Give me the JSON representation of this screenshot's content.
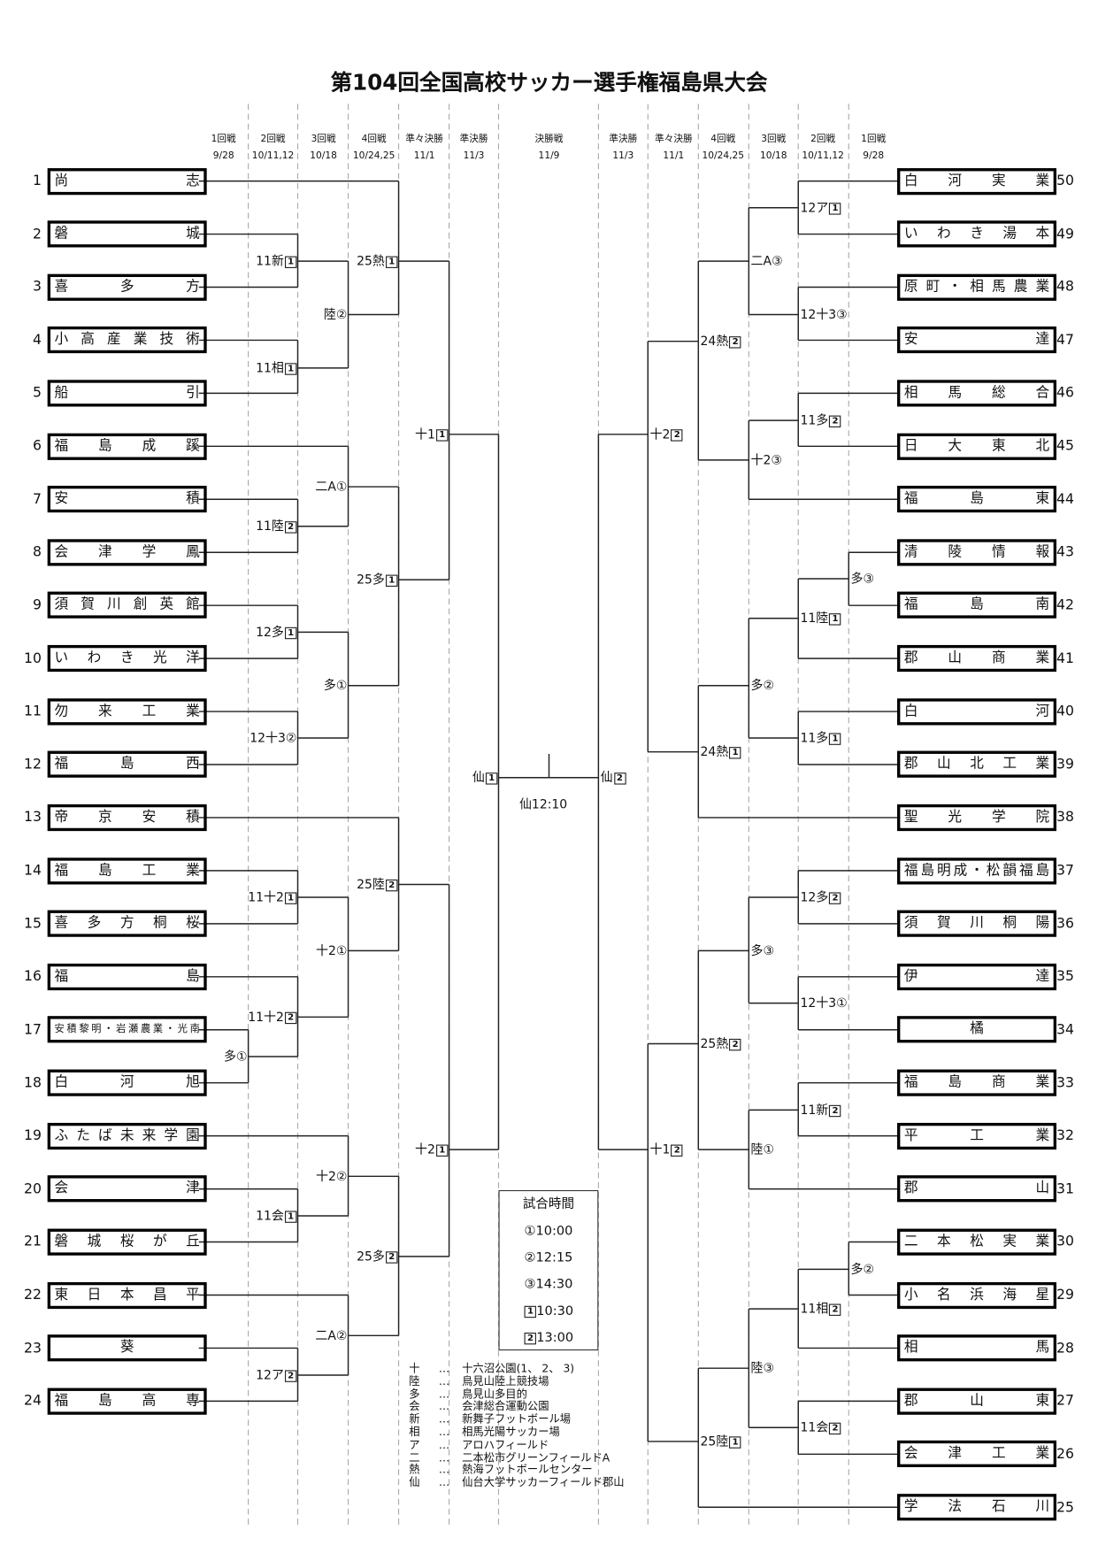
{
  "title": "第104回全国高校サッカー選手権福島県大会",
  "columns_left": [
    {
      "round": "1回戦",
      "date": "9/28"
    },
    {
      "round": "2回戦",
      "date": "10/11,12"
    },
    {
      "round": "3回戦",
      "date": "10/18"
    },
    {
      "round": "4回戦",
      "date": "10/24,25"
    },
    {
      "round": "準々決勝",
      "date": "11/1"
    },
    {
      "round": "準決勝",
      "date": "11/3"
    }
  ],
  "column_final": {
    "round": "決勝戦",
    "date": "11/9"
  },
  "columns_right": [
    {
      "round": "準決勝",
      "date": "11/3"
    },
    {
      "round": "準々決勝",
      "date": "11/1"
    },
    {
      "round": "4回戦",
      "date": "10/24,25"
    },
    {
      "round": "3回戦",
      "date": "10/18"
    },
    {
      "round": "2回戦",
      "date": "10/11,12"
    },
    {
      "round": "1回戦",
      "date": "9/28"
    }
  ],
  "teams_left": [
    {
      "no": "1",
      "name": "尚志"
    },
    {
      "no": "2",
      "name": "磐城"
    },
    {
      "no": "3",
      "name": "喜多方"
    },
    {
      "no": "4",
      "name": "小高産業技術"
    },
    {
      "no": "5",
      "name": "船引"
    },
    {
      "no": "6",
      "name": "福島成蹊"
    },
    {
      "no": "7",
      "name": "安積"
    },
    {
      "no": "8",
      "name": "会津学鳳"
    },
    {
      "no": "9",
      "name": "須賀川創英館"
    },
    {
      "no": "10",
      "name": "いわき光洋"
    },
    {
      "no": "11",
      "name": "勿来工業"
    },
    {
      "no": "12",
      "name": "福島西"
    },
    {
      "no": "13",
      "name": "帝京安積"
    },
    {
      "no": "14",
      "name": "福島工業"
    },
    {
      "no": "15",
      "name": "喜多方桐桜"
    },
    {
      "no": "16",
      "name": "福島"
    },
    {
      "no": "17",
      "name": "安積黎明・岩瀬農業・光南"
    },
    {
      "no": "18",
      "name": "白河旭"
    },
    {
      "no": "19",
      "name": "ふたば未来学園"
    },
    {
      "no": "20",
      "name": "会津"
    },
    {
      "no": "21",
      "name": "磐城桜が丘"
    },
    {
      "no": "22",
      "name": "東日本昌平"
    },
    {
      "no": "23",
      "name": "葵"
    },
    {
      "no": "24",
      "name": "福島高専"
    }
  ],
  "teams_right": [
    {
      "no": "50",
      "name": "白河実業"
    },
    {
      "no": "49",
      "name": "いわき湯本"
    },
    {
      "no": "48",
      "name": "原町・相馬農業"
    },
    {
      "no": "47",
      "name": "安達"
    },
    {
      "no": "46",
      "name": "相馬総合"
    },
    {
      "no": "45",
      "name": "日大東北"
    },
    {
      "no": "44",
      "name": "福島東"
    },
    {
      "no": "43",
      "name": "清陵情報"
    },
    {
      "no": "42",
      "name": "福島南"
    },
    {
      "no": "41",
      "name": "郡山商業"
    },
    {
      "no": "40",
      "name": "白河"
    },
    {
      "no": "39",
      "name": "郡山北工業"
    },
    {
      "no": "38",
      "name": "聖光学院"
    },
    {
      "no": "37",
      "name": "福島明成・松韻福島"
    },
    {
      "no": "36",
      "name": "須賀川桐陽"
    },
    {
      "no": "35",
      "name": "伊達"
    },
    {
      "no": "34",
      "name": "橘"
    },
    {
      "no": "33",
      "name": "福島商業"
    },
    {
      "no": "32",
      "name": "平工業"
    },
    {
      "no": "31",
      "name": "郡山"
    },
    {
      "no": "30",
      "name": "二本松実業"
    },
    {
      "no": "29",
      "name": "小名浜海星"
    },
    {
      "no": "28",
      "name": "相馬"
    },
    {
      "no": "27",
      "name": "郡山東"
    },
    {
      "no": "26",
      "name": "会津工業"
    },
    {
      "no": "25",
      "name": "学法石川"
    }
  ],
  "matches_left": [
    {
      "text": "11新",
      "box": "1"
    },
    {
      "text": "11相",
      "box": "1"
    },
    {
      "text": "陸②"
    },
    {
      "text": "25熱",
      "box": "1"
    },
    {
      "text": "11陸",
      "box": "2"
    },
    {
      "text": "二A①"
    },
    {
      "text": "12多",
      "box": "1"
    },
    {
      "text": "12十3②"
    },
    {
      "text": "多①"
    },
    {
      "text": "25多",
      "box": "1"
    },
    {
      "text": "十1",
      "box": "1"
    },
    {
      "text": "11十2",
      "box": "1"
    },
    {
      "text": "多①"
    },
    {
      "text": "11十2",
      "box": "2"
    },
    {
      "text": "十2①"
    },
    {
      "text": "25陸",
      "box": "2"
    },
    {
      "text": "11会",
      "box": "1"
    },
    {
      "text": "十2②"
    },
    {
      "text": "12ア",
      "box": "2"
    },
    {
      "text": "二A②"
    },
    {
      "text": "25多",
      "box": "2"
    },
    {
      "text": "十2",
      "box": "1"
    },
    {
      "text": "仙",
      "box": "1"
    }
  ],
  "matches_right": [
    {
      "text": "12ア",
      "box": "1"
    },
    {
      "text": "12十3③"
    },
    {
      "text": "二A③"
    },
    {
      "text": "11多",
      "box": "2"
    },
    {
      "text": "十2③"
    },
    {
      "text": "24熱",
      "box": "2"
    },
    {
      "text": "多③"
    },
    {
      "text": "11陸",
      "box": "1"
    },
    {
      "text": "11多",
      "box": "1"
    },
    {
      "text": "多②"
    },
    {
      "text": "24熱",
      "box": "1"
    },
    {
      "text": "十2",
      "box": "2"
    },
    {
      "text": "12多",
      "box": "2"
    },
    {
      "text": "12十3①"
    },
    {
      "text": "多③"
    },
    {
      "text": "11新",
      "box": "2"
    },
    {
      "text": "陸①"
    },
    {
      "text": "25熱",
      "box": "2"
    },
    {
      "text": "多②"
    },
    {
      "text": "11相",
      "box": "2"
    },
    {
      "text": "11会",
      "box": "2"
    },
    {
      "text": "陸③"
    },
    {
      "text": "25陸",
      "box": "1"
    },
    {
      "text": "十1",
      "box": "2"
    },
    {
      "text": "仙",
      "box": "2"
    }
  ],
  "final": {
    "label": "仙12:10"
  },
  "timetable": {
    "title": "試合時間",
    "entries": [
      {
        "mark": "①",
        "time": "10:00"
      },
      {
        "mark": "②",
        "time": "12:15"
      },
      {
        "mark": "③",
        "time": "14:30"
      },
      {
        "box": "1",
        "time": "10:30"
      },
      {
        "box": "2",
        "time": "13:00"
      }
    ]
  },
  "legend": [
    {
      "abbr": "十",
      "dots": "…",
      "venue": "十六沼公園(1、 2、 3)"
    },
    {
      "abbr": "陸",
      "dots": "…",
      "venue": "鳥見山陸上競技場"
    },
    {
      "abbr": "多",
      "dots": "…",
      "venue": "鳥見山多目的"
    },
    {
      "abbr": "会",
      "dots": "…",
      "venue": "会津総合運動公園"
    },
    {
      "abbr": "新",
      "dots": "…",
      "venue": "新舞子フットボール場"
    },
    {
      "abbr": "相",
      "dots": "…",
      "venue": "相馬光陽サッカー場"
    },
    {
      "abbr": "ア",
      "dots": "…",
      "venue": "アロハフィールド"
    },
    {
      "abbr": "二",
      "dots": "…",
      "venue": "二本松市グリーンフィールドA"
    },
    {
      "abbr": "熱",
      "dots": "…",
      "venue": "熱海フットボールセンター"
    },
    {
      "abbr": "仙",
      "dots": "…",
      "venue": "仙台大学サッカーフィールド郡山"
    }
  ]
}
